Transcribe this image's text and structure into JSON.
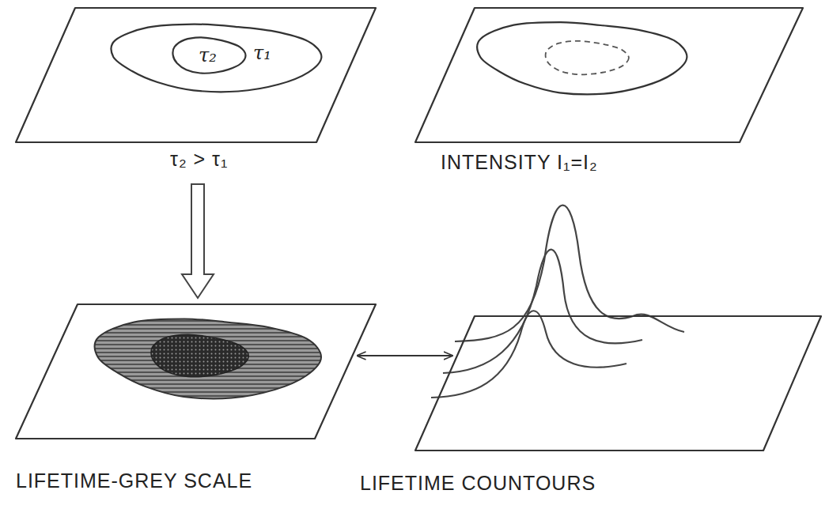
{
  "diagram": {
    "nodes": [
      {
        "text": [
          "τ₂ > τ₁"
        ]
      },
      {
        "text": [
          "τ₁"
        ],
        "in": 0
      },
      {
        "text": [
          "τ₂"
        ],
        "in": 1
      },
      {
        "text": [
          "INTENSITY I₁=I₂"
        ]
      },
      {
        "text": [
          "LIFETIME-GREY SCALE"
        ]
      },
      {
        "text": [
          "LIFETIME COUNTOURS"
        ]
      }
    ],
    "edges": [
      {
        "from": 0,
        "to": 4,
        "arrow": "to"
      },
      {
        "from": 4,
        "to": 5,
        "arrow": "both"
      }
    ]
  }
}
